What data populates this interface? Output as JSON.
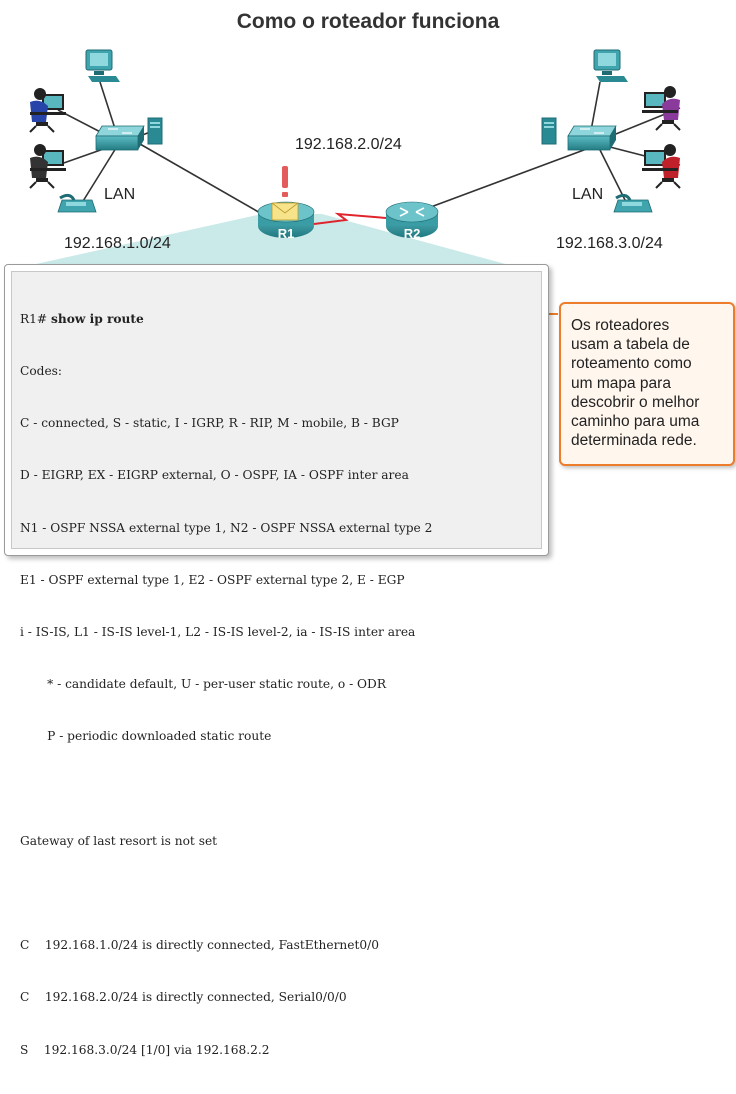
{
  "title": "Como o roteador funciona",
  "network_labels": {
    "wan": "192.168.2.0/24",
    "left_lan": "LAN",
    "left_net": "192.168.1.0/24",
    "right_lan": "LAN",
    "right_net": "192.168.3.0/24"
  },
  "routers": {
    "r1": "R1",
    "r2": "R2"
  },
  "icons": [
    "server-icon",
    "pc-icon",
    "user-workstation-icon",
    "switch-icon",
    "ip-phone-icon",
    "router-icon",
    "envelope-icon",
    "serial-link-icon",
    "alert-icon"
  ],
  "colors": {
    "accent_orange": "#ee7d2b",
    "router_teal": "#2a8a93",
    "wedge": "#c4e7e7",
    "packet_yellow": "#f7e38a",
    "alert_red": "#e35b5b"
  },
  "cli": {
    "prompt": "R1# ",
    "command": "show ip route",
    "lines": [
      "Codes:",
      "C - connected, S - static, I - IGRP, R - RIP, M - mobile, B - BGP",
      "D - EIGRP, EX - EIGRP external, O - OSPF, IA - OSPF inter area",
      "N1 - OSPF NSSA external type 1, N2 - OSPF NSSA external type 2",
      "E1 - OSPF external type 1, E2 - OSPF external type 2, E - EGP",
      "i - IS-IS, L1 - IS-IS level-1, L2 - IS-IS level-2, ia - IS-IS inter area",
      "       * - candidate default, U - per-user static route, o - ODR",
      "       P - periodic downloaded static route",
      "",
      "Gateway of last resort is not set",
      "",
      "C    192.168.1.0/24 is directly connected, FastEthernet0/0",
      "C    192.168.2.0/24 is directly connected, Serial0/0/0",
      "S    192.168.3.0/24 [1/0] via 192.168.2.2"
    ]
  },
  "callout": {
    "lines": [
      "Os roteadores",
      "usam a tabela de",
      "roteamento como",
      "um mapa para",
      "descobrir o melhor",
      "caminho para uma",
      "determinada rede."
    ]
  }
}
